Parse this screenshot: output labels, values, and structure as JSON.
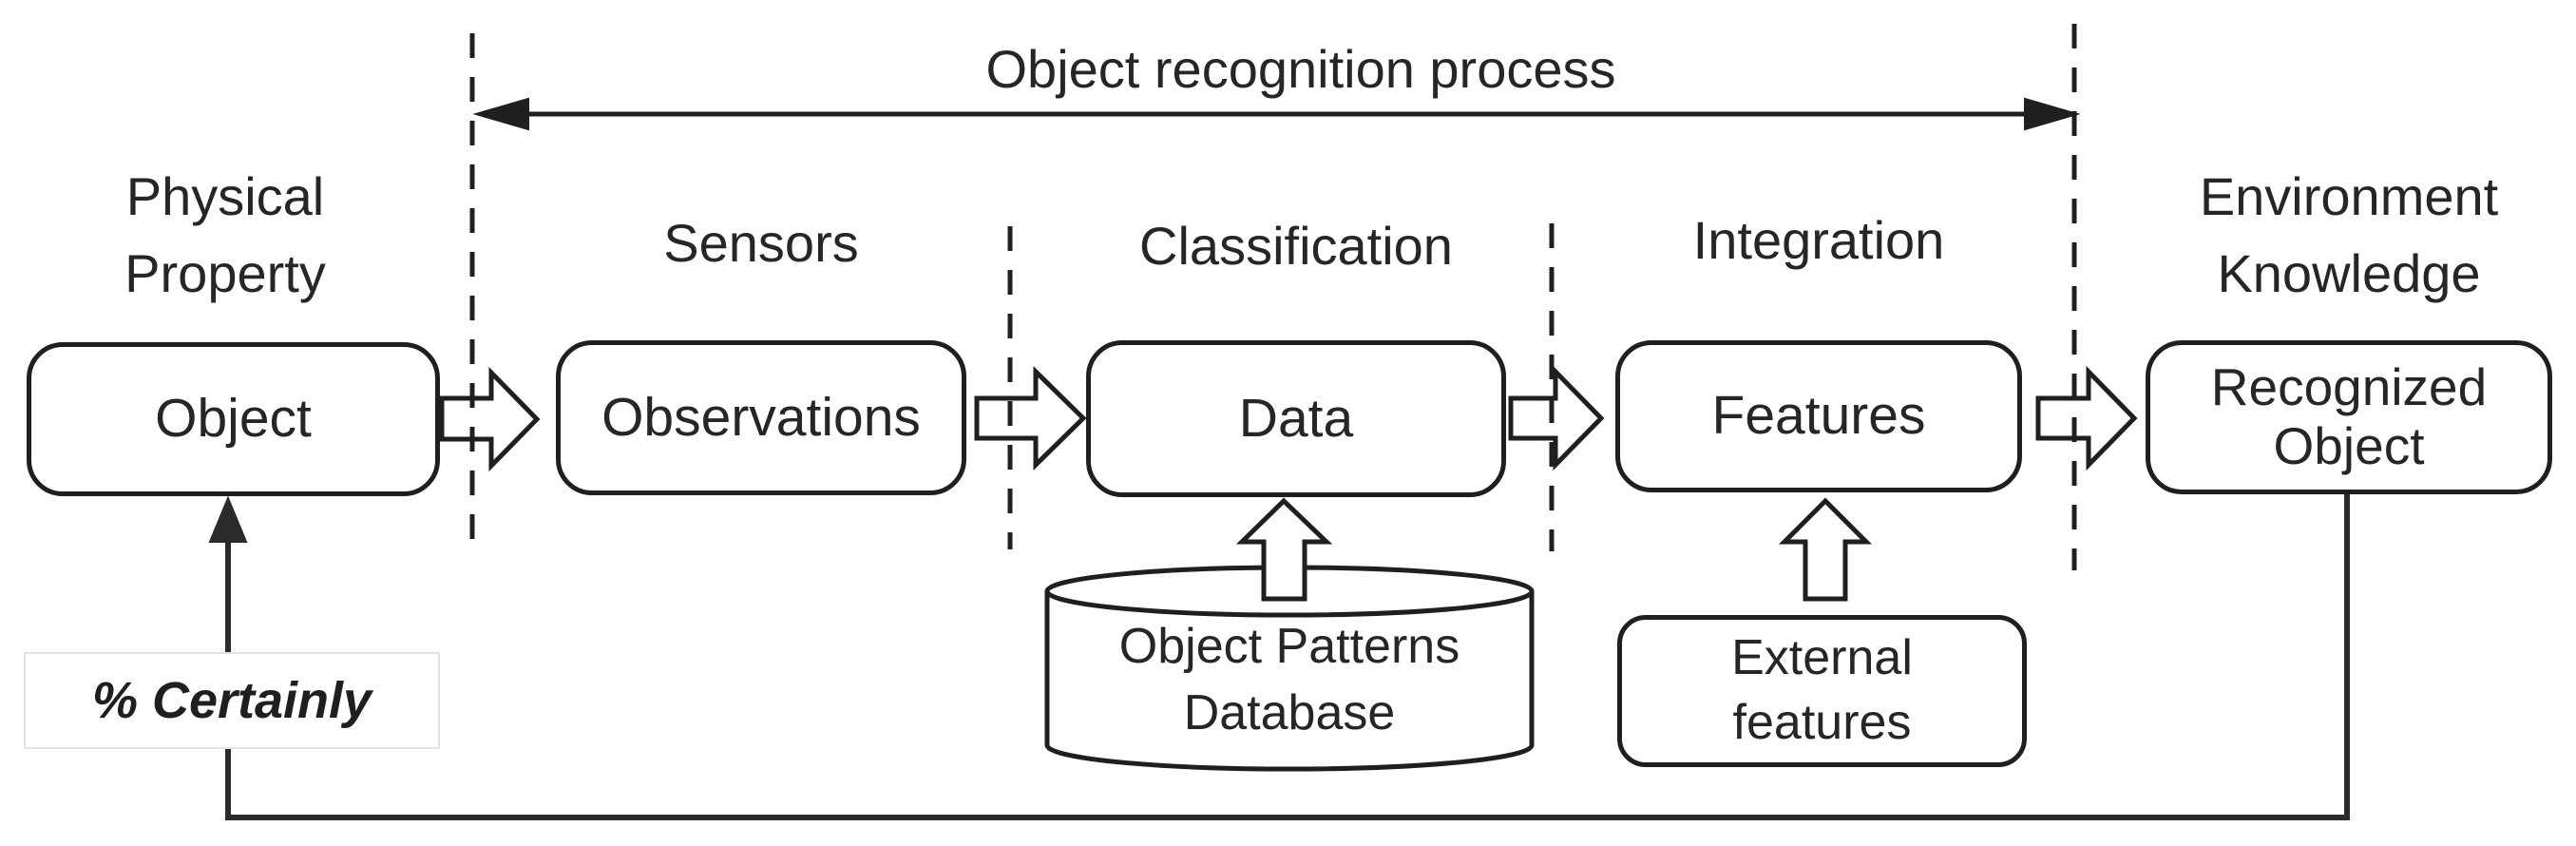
{
  "title": "Object recognition process",
  "columns": [
    {
      "label": "Physical\nProperty"
    },
    {
      "label": "Sensors"
    },
    {
      "label": "Classification"
    },
    {
      "label": "Integration"
    },
    {
      "label": "Environment\nKnowledge"
    }
  ],
  "boxes": {
    "object": "Object",
    "observations": "Observations",
    "data": "Data",
    "features": "Features",
    "recognized": "Recognized\nObject"
  },
  "supports": {
    "database": "Object Patterns\nDatabase",
    "external_features": "External\nfeatures"
  },
  "feedback_label": "% Certainly",
  "colors": {
    "stroke": "#1f1f1f",
    "text": "#262626",
    "background": "#ffffff",
    "faint_border": "#e3e3e3"
  }
}
